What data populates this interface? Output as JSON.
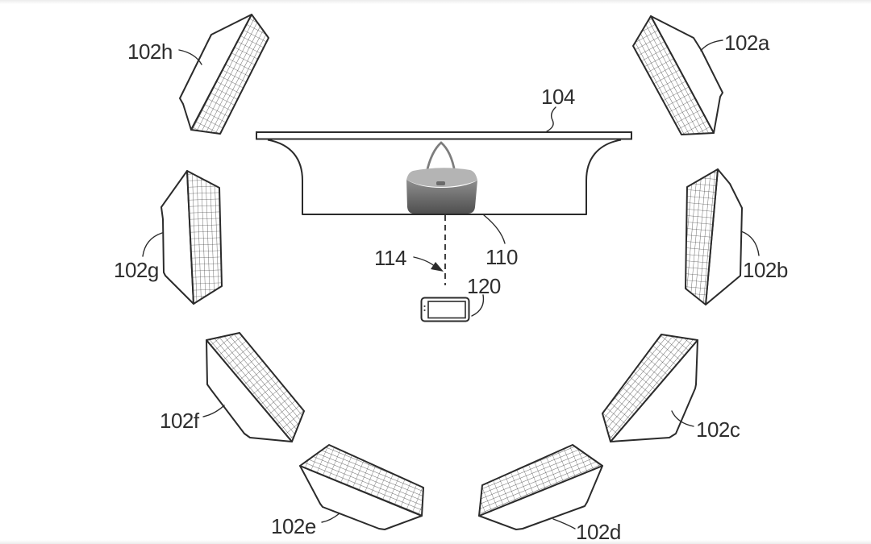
{
  "figure": {
    "kind": "patent-diagram",
    "labels": {
      "panel_a": "102a",
      "panel_b": "102b",
      "panel_c": "102c",
      "panel_d": "102d",
      "panel_e": "102e",
      "panel_f": "102f",
      "panel_g": "102g",
      "panel_h": "102h",
      "table": "104",
      "handbag": "110",
      "axis": "114",
      "phone": "120"
    }
  },
  "colors": {
    "ink": "#2b2b2b",
    "label": "#2e2e2e",
    "hatch": "#3c3c3c",
    "page-bg": "#ffffff",
    "edge": "#ececec",
    "bag-light": "#b4b4b4",
    "bag-mid": "#8f8f8f",
    "bag-dark": "#4f4f4f",
    "handle": "#7d7d7d"
  }
}
